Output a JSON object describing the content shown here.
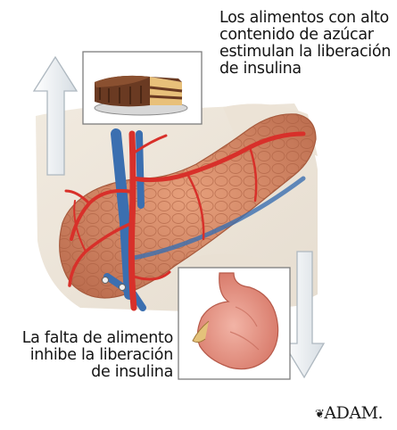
{
  "captions": {
    "top": [
      "Los alimentos con alto",
      "contenido de azúcar",
      "estimulan la liberación",
      "de insulina"
    ],
    "bottom": [
      "La falta de alimento",
      "inhibe la liberación",
      "de insulina"
    ]
  },
  "logo": {
    "text": "ADAM.",
    "icon": "leaf-icon"
  },
  "colors": {
    "pancreas": "#d98b6a",
    "artery": "#d8302a",
    "vein": "#3b6fb0",
    "stomach": "#e79a8e",
    "cake": "#6a3a22",
    "arrow": "#e6ebef",
    "background": "#ffffff"
  }
}
